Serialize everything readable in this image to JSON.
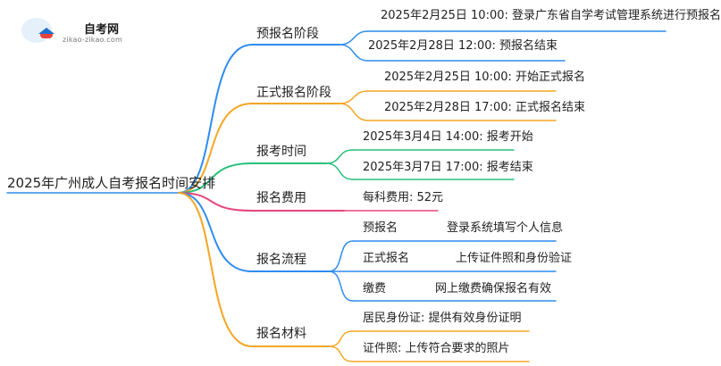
{
  "logo": {
    "name": "自考网",
    "url": "zikao-zikao.com"
  },
  "mindmap": {
    "root": "2025年广州成人自考报名时间安排",
    "colors": {
      "blue": "#2f8bf0",
      "orange": "#f5a623",
      "green": "#27c07a",
      "pink": "#e8457e",
      "text": "#222222"
    },
    "branches": [
      {
        "label": "预报名阶段",
        "color": "#2f8bf0",
        "items": [
          "2025年2月25日 10:00: 登录广东省自学考试管理系统进行预报名",
          "2025年2月28日 12:00: 预报名结束"
        ]
      },
      {
        "label": "正式报名阶段",
        "color": "#f5a623",
        "items": [
          "2025年2月25日 10:00: 开始正式报名",
          "2025年2月28日 17:00: 正式报名结束"
        ]
      },
      {
        "label": "报考时间",
        "color": "#27c07a",
        "items": [
          "2025年3月4日 14:00: 报考开始",
          "2025年3月7日 17:00: 报考结束"
        ]
      },
      {
        "label": "报名费用",
        "color": "#e8457e",
        "items": [
          "每科费用: 52元"
        ]
      },
      {
        "label": "报名流程",
        "color": "#2f8bf0",
        "steps": [
          {
            "name": "预报名",
            "detail": "登录系统填写个人信息"
          },
          {
            "name": "正式报名",
            "detail": "上传证件照和身份验证"
          },
          {
            "name": "缴费",
            "detail": "网上缴费确保报名有效"
          }
        ]
      },
      {
        "label": "报名材料",
        "color": "#f5a623",
        "items": [
          "居民身份证: 提供有效身份证明",
          "证件照: 上传符合要求的照片"
        ]
      }
    ]
  }
}
